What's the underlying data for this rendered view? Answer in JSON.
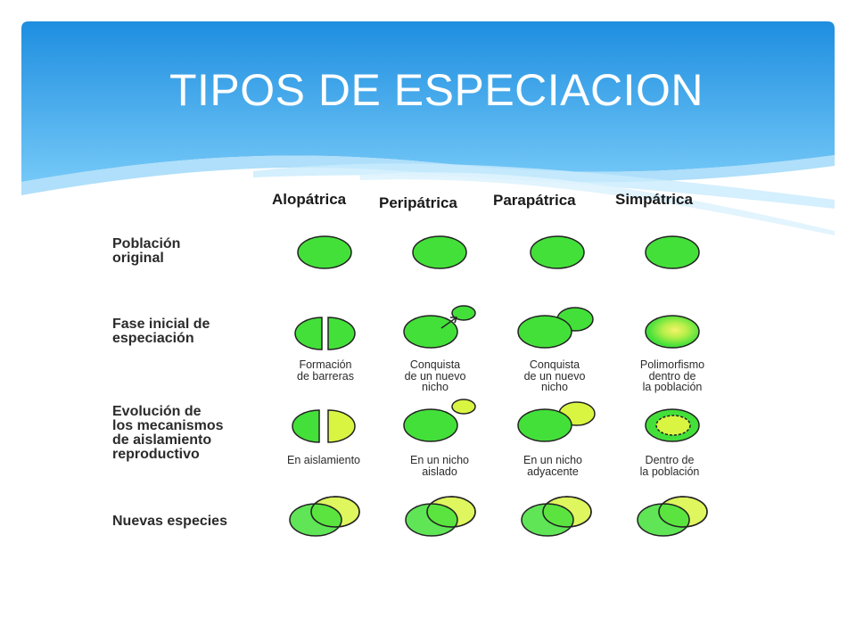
{
  "title": "TIPOS DE ESPECIACION",
  "columns": [
    "Alopátrica",
    "Peripátrica",
    "Parapátrica",
    "Simpátrica"
  ],
  "rows": [
    "Población original",
    "Fase inicial de especiación",
    "Evolución de los mecanismos de aislamiento reproductivo",
    "Nuevas especies"
  ],
  "row_lines": [
    [
      "Población",
      "original"
    ],
    [
      "Fase inicial de",
      "especiación"
    ],
    [
      "Evolución de",
      "los mecanismos",
      "de aislamiento",
      "reproductivo"
    ],
    [
      "Nuevas especies"
    ]
  ],
  "phase_captions": [
    [
      "Formación",
      "de barreras"
    ],
    [
      "Conquista",
      "de un nuevo",
      "nicho"
    ],
    [
      "Conquista",
      "de un nuevo",
      "nicho"
    ],
    [
      "Polimorfismo",
      "dentro de",
      "la población"
    ]
  ],
  "evolution_captions": [
    [
      "En aislamiento"
    ],
    [
      "En un nicho",
      "aislado"
    ],
    [
      "En un nicho",
      "adyacente"
    ],
    [
      "Dentro de",
      "la población"
    ]
  ],
  "colors": {
    "header_top": "#1e8fe0",
    "header_bottom": "#6fc5f5",
    "green": "#44e03a",
    "yellow_green": "#d9f542",
    "stroke": "#222222"
  }
}
